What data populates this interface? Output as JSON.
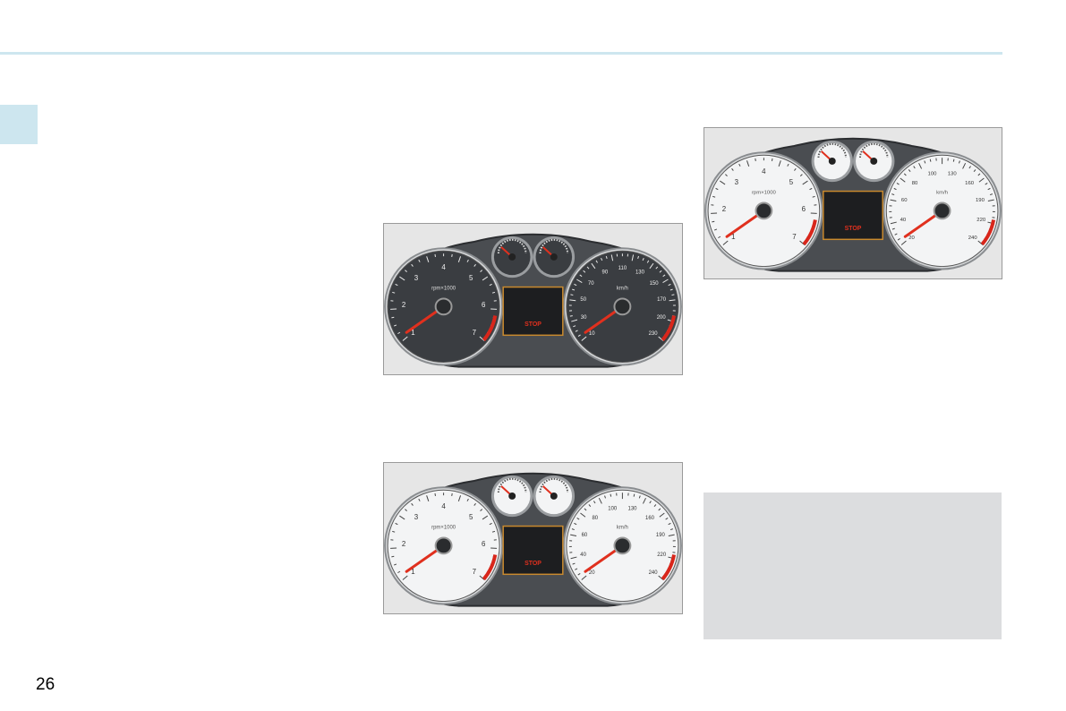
{
  "page": {
    "number": "26"
  },
  "colors": {
    "accent": "#cde6ef",
    "note_box": "#dcdddf",
    "frame": "#9a9a9a"
  },
  "clusters": [
    {
      "dial_theme": "dark",
      "tach_scale": [
        "1",
        "2",
        "3",
        "4",
        "5",
        "6",
        "7"
      ],
      "tach_unit": "rpm×1000",
      "speed_scale": [
        "10",
        "30",
        "50",
        "70",
        "90",
        "110",
        "130",
        "150",
        "170",
        "200",
        "230"
      ],
      "speed_unit": "km/h",
      "warning_text": "STOP"
    },
    {
      "dial_theme": "light",
      "tach_scale": [
        "1",
        "2",
        "3",
        "4",
        "5",
        "6",
        "7"
      ],
      "tach_unit": "rpm×1000",
      "speed_scale": [
        "20",
        "40",
        "60",
        "80",
        "100",
        "130",
        "160",
        "190",
        "220",
        "240"
      ],
      "speed_unit": "km/h",
      "warning_text": "STOP"
    },
    {
      "dial_theme": "light",
      "tach_scale": [
        "1",
        "2",
        "3",
        "4",
        "5",
        "6",
        "7"
      ],
      "tach_unit": "rpm×1000",
      "speed_scale": [
        "20",
        "40",
        "60",
        "80",
        "100",
        "130",
        "160",
        "190",
        "220",
        "240"
      ],
      "speed_unit": "km/h",
      "warning_text": "STOP"
    }
  ]
}
